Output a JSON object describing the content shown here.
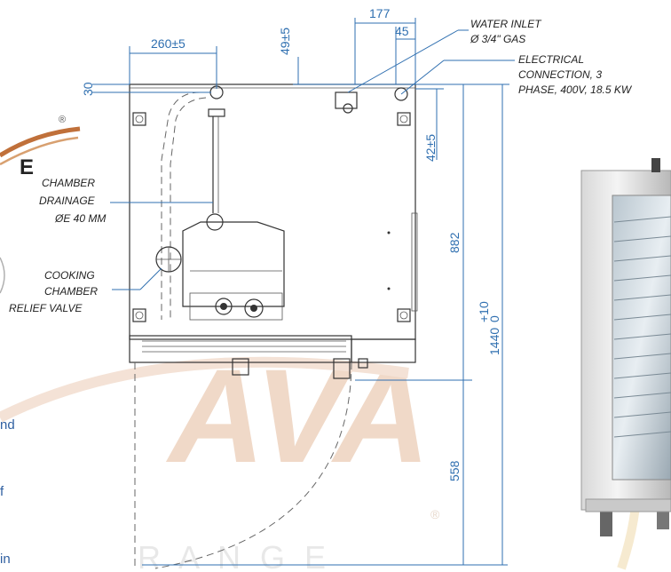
{
  "labels": {
    "water_inlet": "WATER INLET",
    "gas": "Ø 3/4\" GAS",
    "electrical_1": "ELECTRICAL",
    "electrical_2": "CONNECTION, 3",
    "electrical_3": "PHASE, 400V, 18.5 KW",
    "chamber_drainage_1": "CHAMBER",
    "chamber_drainage_2": "DRAINAGE",
    "chamber_drainage_3": "ØE 40 MM",
    "relief_valve_1": "COOKING",
    "relief_valve_2": "CHAMBER",
    "relief_valve_3": "RELIEF VALVE"
  },
  "dimensions": {
    "d177": "177",
    "d45": "45",
    "d49": "49±5",
    "d260": "260±5",
    "d30": "30",
    "d42": "42±5",
    "d882": "882",
    "d558": "558",
    "d1440": "1440",
    "d1440_tol_upper": "+10",
    "d1440_tol_lower": "0"
  },
  "background": {
    "logo_letter": "E",
    "reg_mark": "®",
    "watermark": "AVA",
    "watermark_sub": "R A N G E",
    "side_text_1": "nd",
    "side_text_2": "f",
    "side_text_3": "in"
  },
  "colors": {
    "dimension": "#2f6fb0",
    "watermark": "#f0d9c8",
    "line": "#333333"
  }
}
